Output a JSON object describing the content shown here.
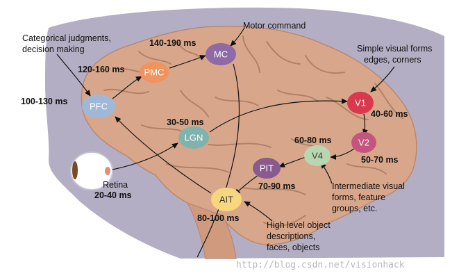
{
  "nodes": {
    "mc": {
      "label": "MC",
      "timing": "140-190 ms",
      "color": "#8e6aa6"
    },
    "pmc": {
      "label": "PMC",
      "timing": "120-160 ms",
      "color": "#f0935d"
    },
    "pfc": {
      "label": "PFC",
      "timing": "100-130 ms",
      "color": "#9fb8d8"
    },
    "lgn": {
      "label": "LGN",
      "timing": "30-50 ms",
      "color": "#7fb3ad"
    },
    "v1": {
      "label": "V1",
      "timing": "40-60 ms",
      "color": "#d9384f"
    },
    "v2": {
      "label": "V2",
      "timing": "50-70 ms",
      "color": "#c4557f"
    },
    "v4": {
      "label": "V4",
      "timing": "60-80 ms",
      "color": "#b8d6b0"
    },
    "pit": {
      "label": "PIT",
      "timing": "70-90 ms",
      "color": "#8a5a8e"
    },
    "ait": {
      "label": "AIT",
      "timing": "80-100 ms",
      "color": "#f6d77e"
    }
  },
  "retina": {
    "label": "Retina",
    "timing": "20-40 ms"
  },
  "annotations": {
    "motor": "Motor command",
    "categorical": [
      "Categorical judgments,",
      "decision making"
    ],
    "simple": [
      "Simple visual forms",
      "edges, corners"
    ],
    "intermediate": [
      "Intermediate visual",
      "forms, feature",
      "groups, etc."
    ],
    "high": [
      "High level object",
      "descriptions,",
      "faces, objects"
    ]
  },
  "watermark": "http://blog.csdn.net/visionhack",
  "colors": {
    "brain": "#d8a78b",
    "head": "#b3aec3",
    "arrow": "#111111"
  }
}
